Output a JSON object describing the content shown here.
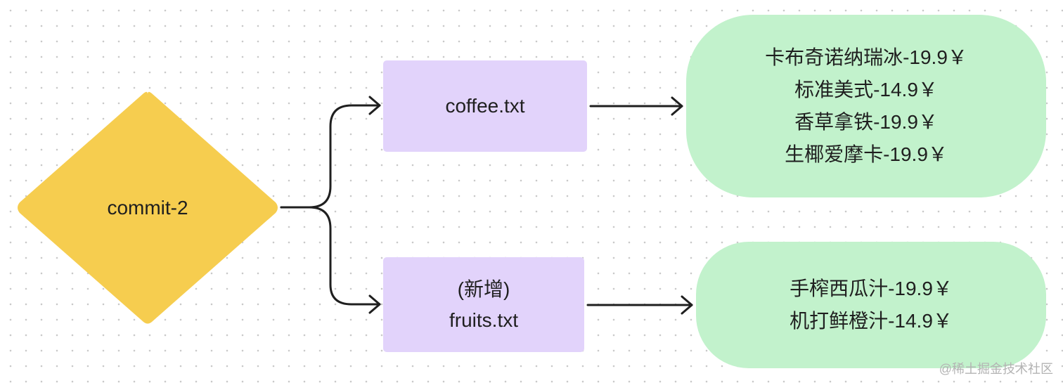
{
  "commit": {
    "label": "commit-2",
    "color": "#f6cd4f"
  },
  "files": [
    {
      "note": "",
      "name": "coffee.txt",
      "contents": [
        "卡布奇诺纳瑞冰-19.9￥",
        "标准美式-14.9￥",
        "香草拿铁-19.9￥",
        "生椰爱摩卡-19.9￥"
      ]
    },
    {
      "note": "(新增)",
      "name": "fruits.txt",
      "contents": [
        "手榨西瓜汁-19.9￥",
        "机打鲜橙汁-14.9￥"
      ]
    }
  ],
  "colors": {
    "file_box": "#e2d3fb",
    "content_box": "#c2f2cc",
    "connector": "#1f1f1f"
  },
  "watermark": "@稀土掘金技术社区"
}
